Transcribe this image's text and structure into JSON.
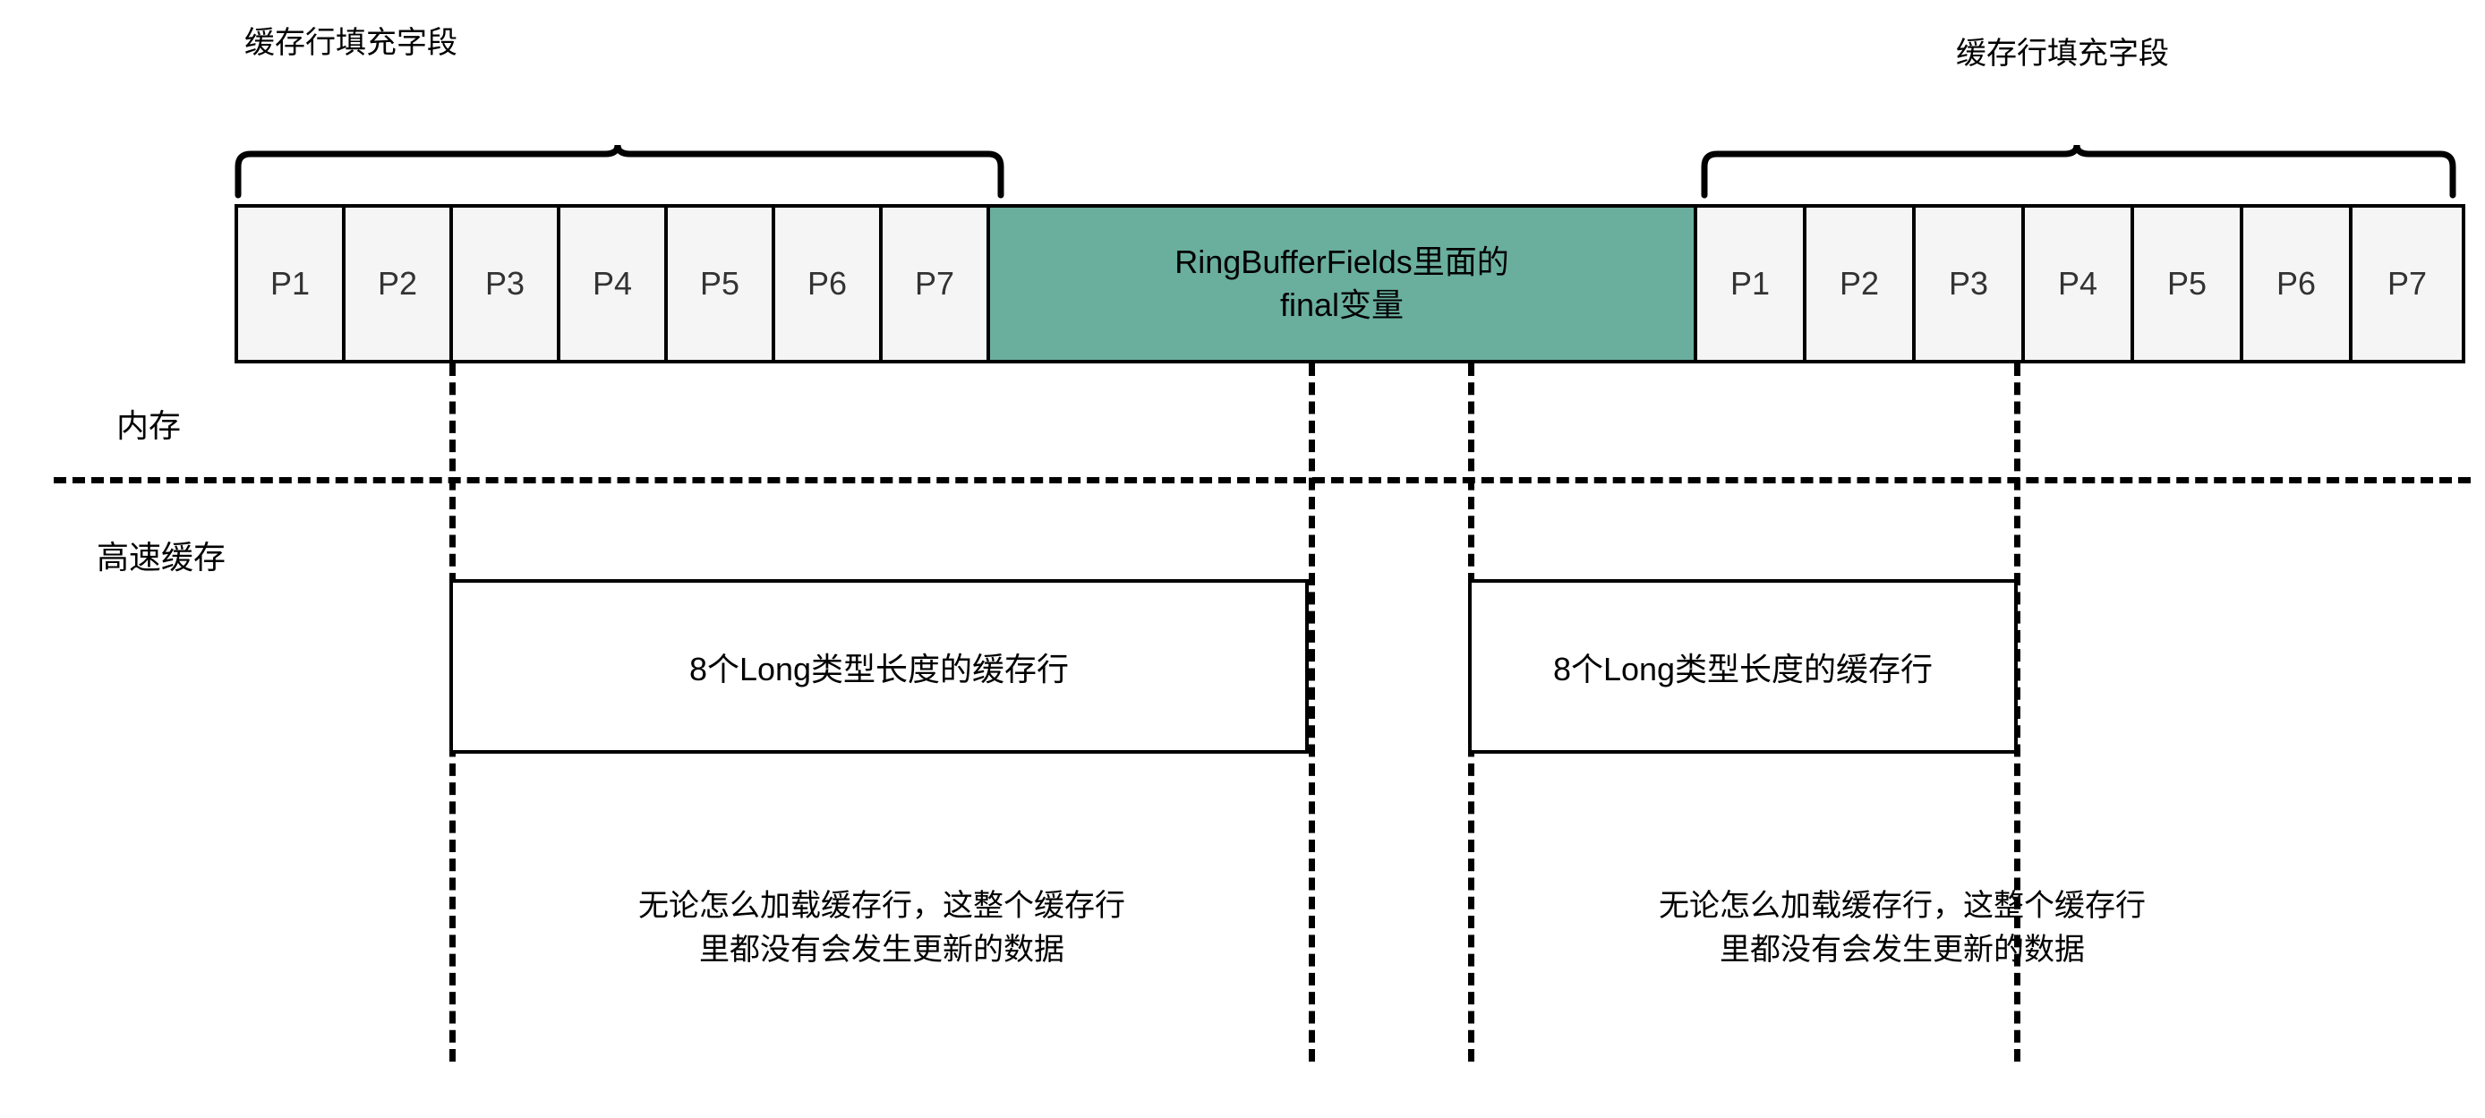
{
  "diagram": {
    "title_braces": [
      {
        "label": "缓存行填充字段"
      },
      {
        "label": "缓存行填充字段"
      }
    ],
    "memory_strip": {
      "left_padding_cells": [
        "P1",
        "P2",
        "P3",
        "P4",
        "P5",
        "P6",
        "P7"
      ],
      "data_cell": {
        "line1": "RingBufferFields里面的",
        "line2": "final变量",
        "color": "#6aae9e"
      },
      "right_padding_cells": [
        "P1",
        "P2",
        "P3",
        "P4",
        "P5",
        "P6",
        "P7"
      ]
    },
    "region_labels": {
      "memory": "内存",
      "cache": "高速缓存"
    },
    "cache_lines": [
      {
        "label": "8个Long类型长度的缓存行"
      },
      {
        "label": "8个Long类型长度的缓存行"
      }
    ],
    "notes": [
      {
        "text": "无论怎么加载缓存行，这整个缓存行\n里都没有会发生更新的数据"
      },
      {
        "text": "无论怎么加载缓存行，这整个缓存行\n里都没有会发生更新的数据"
      }
    ]
  }
}
